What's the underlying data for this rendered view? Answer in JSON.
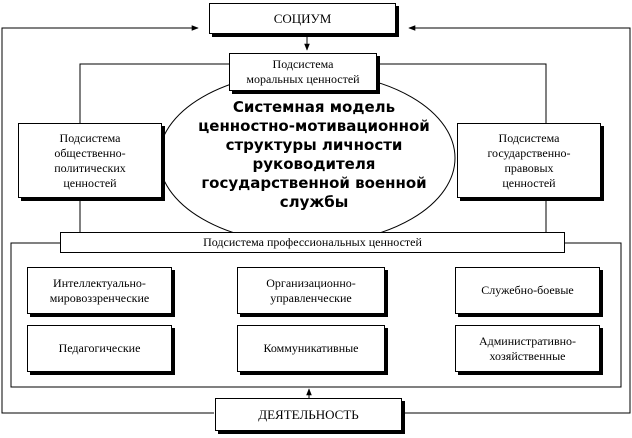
{
  "top": {
    "label": "СОЦИУМ"
  },
  "bottom": {
    "label": "ДЕЯТЕЛЬНОСТЬ"
  },
  "title": "Системная модель\nценностно-мотивационной\nструктуры личности\nруководителя\nгосударственной военной\nслужбы",
  "subsystems": {
    "moral": "Подсистема\nморальных ценностей",
    "social_political": "Подсистема\nобщественно-\nполитических\nценностей",
    "state_legal": "Подсистема\nгосударственно-\nправовых\nценностей",
    "professional": "Подсистема профессиональных ценностей"
  },
  "professional_values": [
    "Интеллектуально-\nмировоззренческие",
    "Организационно-\nуправленческие",
    "Служебно-боевые",
    "Педагогические",
    "Коммуникативные",
    "Административно-\nхозяйственные"
  ]
}
